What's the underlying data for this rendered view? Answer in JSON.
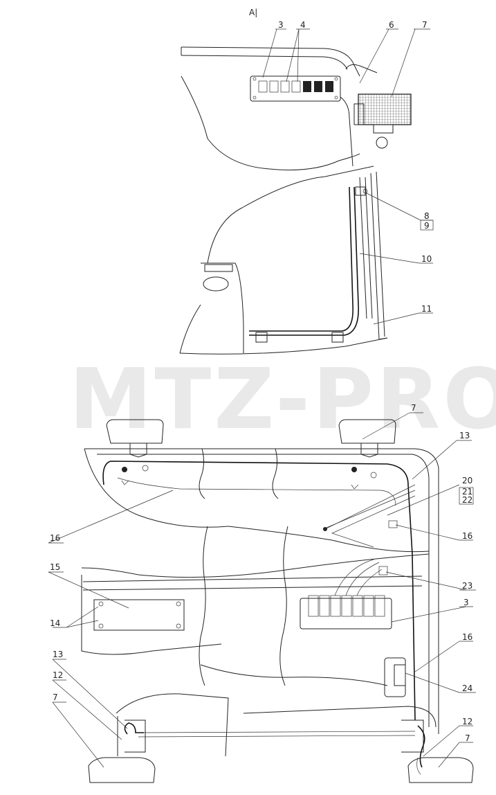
{
  "view_label": "A|",
  "watermark": "MTZ-PRO",
  "top_callouts": [
    "3",
    "4",
    "6",
    "7",
    "8",
    "9",
    "10",
    "11"
  ],
  "bottom_callouts": [
    "7",
    "13",
    "20",
    "21",
    "22",
    "16",
    "16",
    "15",
    "14",
    "23",
    "3",
    "16",
    "24",
    "13",
    "12",
    "7",
    "12",
    "7"
  ]
}
